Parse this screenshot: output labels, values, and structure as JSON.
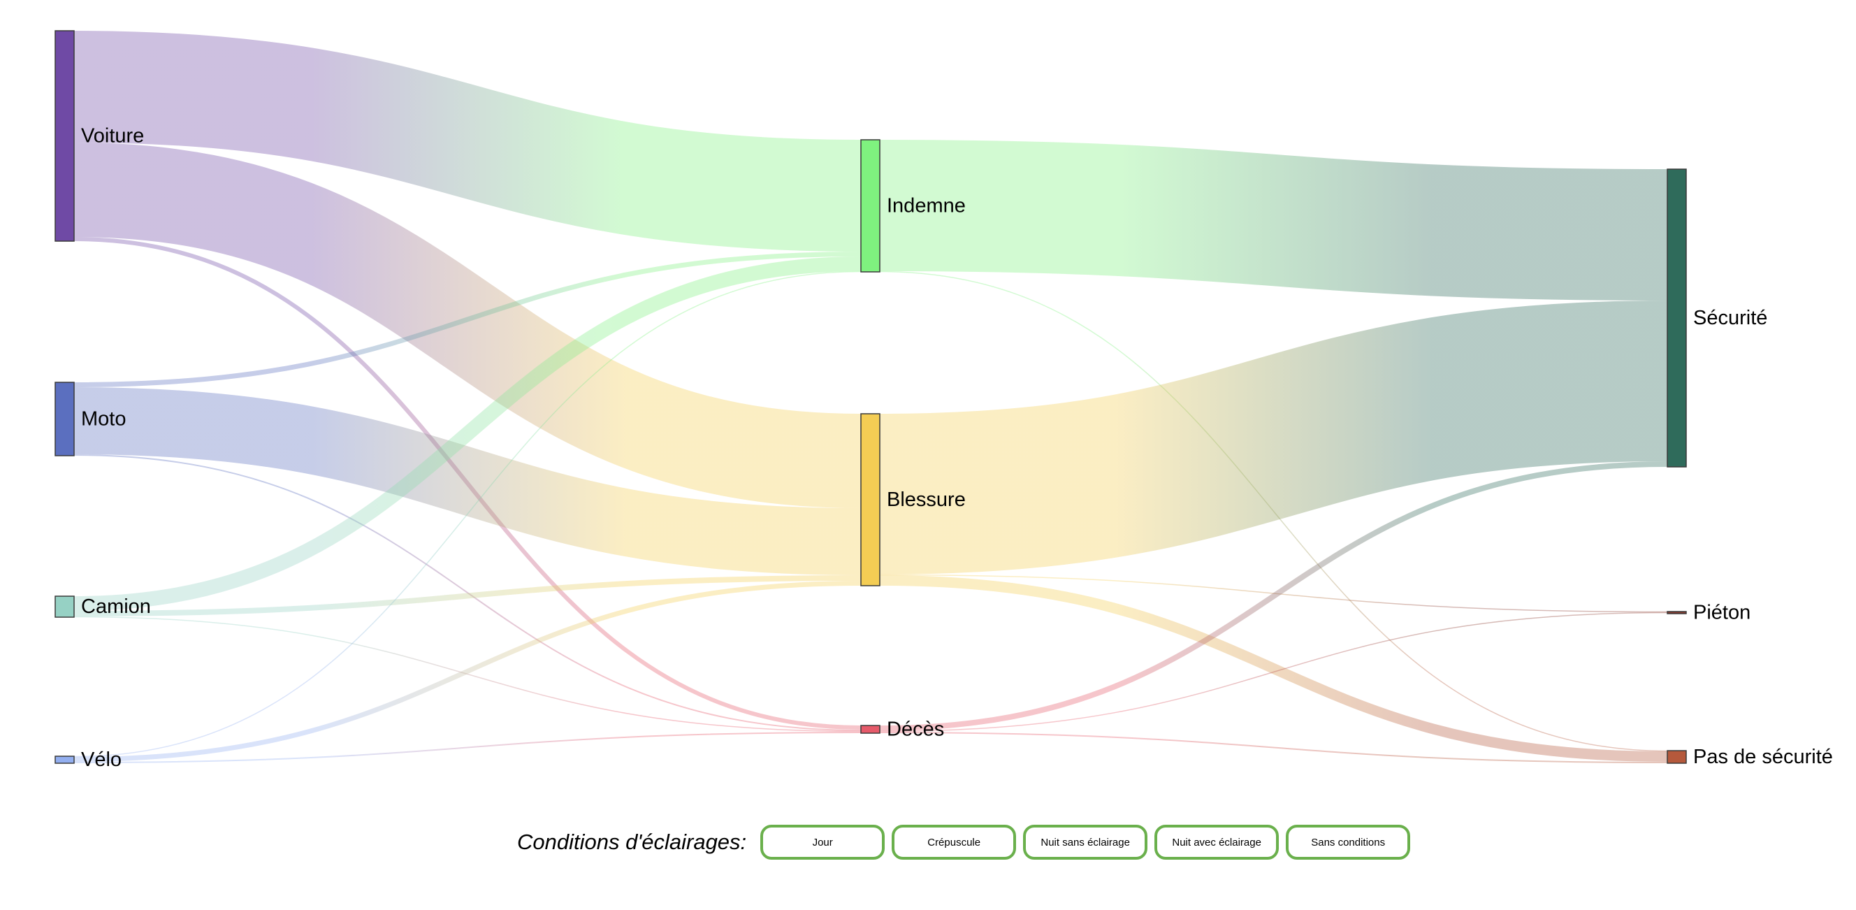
{
  "chart_data": {
    "type": "sankey",
    "title": "",
    "nodes": [
      {
        "id": "voiture",
        "label": "Voiture",
        "color": "#6f4aa5"
      },
      {
        "id": "moto",
        "label": "Moto",
        "color": "#5b6fbf"
      },
      {
        "id": "camion",
        "label": "Camion",
        "color": "#96d1c4"
      },
      {
        "id": "velo",
        "label": "Vélo",
        "color": "#93aff0"
      },
      {
        "id": "indemne",
        "label": "Indemne",
        "color": "#7ff27f"
      },
      {
        "id": "blessure",
        "label": "Blessure",
        "color": "#f4cd54"
      },
      {
        "id": "deces",
        "label": "Décès",
        "color": "#e65a6a"
      },
      {
        "id": "securite",
        "label": "Sécurité",
        "color": "#2f6b5b"
      },
      {
        "id": "pieton",
        "label": "Piéton",
        "color": "#8b3a2e"
      },
      {
        "id": "pas_securite",
        "label": "Pas de sécurité",
        "color": "#b5593c"
      }
    ],
    "links": [
      {
        "source": "voiture",
        "target": "indemne",
        "value": 160
      },
      {
        "source": "voiture",
        "target": "blessure",
        "value": 135
      },
      {
        "source": "voiture",
        "target": "deces",
        "value": 6
      },
      {
        "source": "moto",
        "target": "indemne",
        "value": 7
      },
      {
        "source": "moto",
        "target": "blessure",
        "value": 96
      },
      {
        "source": "moto",
        "target": "deces",
        "value": 2
      },
      {
        "source": "camion",
        "target": "indemne",
        "value": 21
      },
      {
        "source": "camion",
        "target": "blessure",
        "value": 8
      },
      {
        "source": "camion",
        "target": "deces",
        "value": 1
      },
      {
        "source": "velo",
        "target": "indemne",
        "value": 1
      },
      {
        "source": "velo",
        "target": "blessure",
        "value": 7
      },
      {
        "source": "velo",
        "target": "deces",
        "value": 2
      },
      {
        "source": "indemne",
        "target": "securite",
        "value": 188
      },
      {
        "source": "indemne",
        "target": "pas_securite",
        "value": 1
      },
      {
        "source": "blessure",
        "target": "securite",
        "value": 230
      },
      {
        "source": "blessure",
        "target": "pieton",
        "value": 1
      },
      {
        "source": "blessure",
        "target": "pas_securite",
        "value": 15
      },
      {
        "source": "deces",
        "target": "securite",
        "value": 8
      },
      {
        "source": "deces",
        "target": "pieton",
        "value": 1
      },
      {
        "source": "deces",
        "target": "pas_securite",
        "value": 2
      }
    ]
  },
  "filters": {
    "title": "Conditions d'éclairages:",
    "buttons": [
      "Jour",
      "Crépuscule",
      "Nuit sans éclairage",
      "Nuit avec éclairage",
      "Sans conditions"
    ]
  }
}
